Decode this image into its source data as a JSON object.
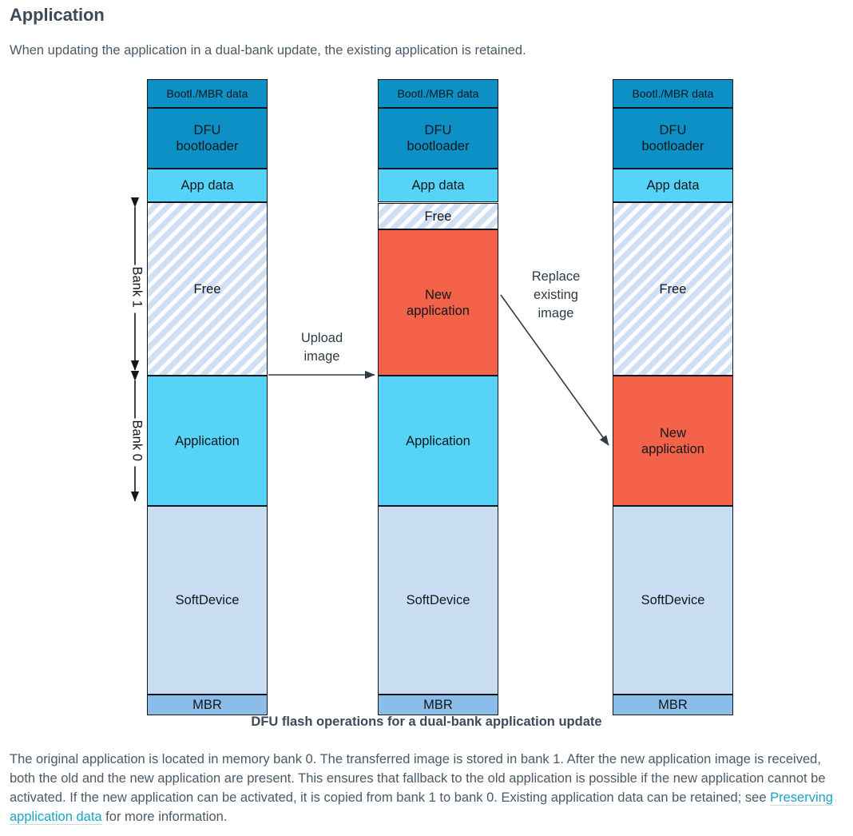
{
  "page": {
    "title": "Application",
    "intro": "When updating the application in a dual-bank update, the existing application is retained.",
    "caption": "DFU flash operations for a dual-bank application update",
    "body_part1": "The original application is located in memory bank 0. The transferred image is stored in bank 1. After the new application image is received, both the old and the new application are present. This ensures that fallback to the old application is possible if the new application cannot be activated. If the new application can be activated, it is copied from bank 1 to bank 0. Existing application data can be retained; see ",
    "body_link": "Preserving application data",
    "body_part2": " for more information."
  },
  "colors": {
    "bootloader_blue": "#0c90c6",
    "app_data_cyan": "#57d3f7",
    "free_fill": "#cfe0f2",
    "new_app_red": "#f4624a",
    "softdevice_blue": "#c8dcf2",
    "mbr_blue": "#8cbde8",
    "link_teal": "#1aa3c8",
    "text_gray": "#4a5a68",
    "stroke_black": "#11181d"
  },
  "bank_labels": {
    "bank1": "Bank 1",
    "bank0": "Bank 0"
  },
  "arrows": [
    {
      "name": "upload-image-arrow",
      "label": "Upload\nimage"
    },
    {
      "name": "replace-existing-image-arrow",
      "label": "Replace\nexisting\nimage"
    }
  ],
  "columns": [
    {
      "name": "memory-map-before",
      "blocks": [
        {
          "label": "Bootl./MBR data",
          "kind": "bootloader-data",
          "small": true
        },
        {
          "label": "DFU\nbootloader",
          "kind": "dfu-bootloader"
        },
        {
          "label": "App data",
          "kind": "app-data"
        },
        {
          "label": "Free",
          "kind": "free"
        },
        {
          "label": "Application",
          "kind": "application"
        },
        {
          "label": "SoftDevice",
          "kind": "softdevice"
        },
        {
          "label": "MBR",
          "kind": "mbr"
        }
      ]
    },
    {
      "name": "memory-map-after-upload",
      "blocks": [
        {
          "label": "Bootl./MBR data",
          "kind": "bootloader-data",
          "small": true
        },
        {
          "label": "DFU\nbootloader",
          "kind": "dfu-bootloader"
        },
        {
          "label": "App data",
          "kind": "app-data"
        },
        {
          "label": "Free",
          "kind": "free"
        },
        {
          "label": "New\napplication",
          "kind": "new-application"
        },
        {
          "label": "Application",
          "kind": "application"
        },
        {
          "label": "SoftDevice",
          "kind": "softdevice"
        },
        {
          "label": "MBR",
          "kind": "mbr"
        }
      ]
    },
    {
      "name": "memory-map-after-replace",
      "blocks": [
        {
          "label": "Bootl./MBR data",
          "kind": "bootloader-data",
          "small": true
        },
        {
          "label": "DFU\nbootloader",
          "kind": "dfu-bootloader"
        },
        {
          "label": "App data",
          "kind": "app-data"
        },
        {
          "label": "Free",
          "kind": "free"
        },
        {
          "label": "New\napplication",
          "kind": "new-application"
        },
        {
          "label": "SoftDevice",
          "kind": "softdevice"
        },
        {
          "label": "MBR",
          "kind": "mbr"
        }
      ]
    }
  ]
}
